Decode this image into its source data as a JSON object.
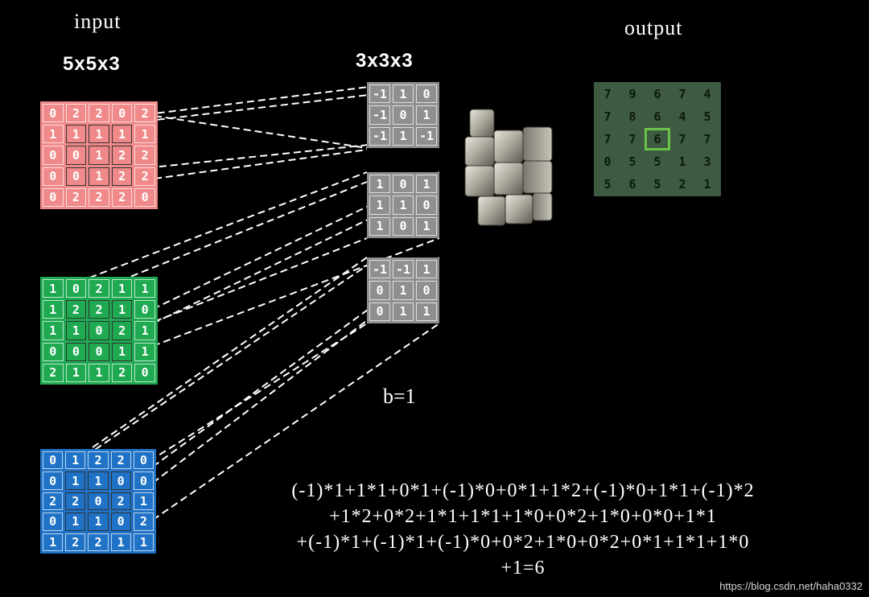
{
  "input": {
    "title": "input",
    "shape": "5x5x3",
    "channels": [
      {
        "color": "#f08a8a",
        "values": [
          [
            0,
            2,
            2,
            0,
            2
          ],
          [
            1,
            1,
            1,
            1,
            1
          ],
          [
            0,
            0,
            1,
            2,
            2
          ],
          [
            0,
            0,
            1,
            2,
            2
          ],
          [
            0,
            2,
            2,
            2,
            0
          ]
        ]
      },
      {
        "color": "#1faa52",
        "values": [
          [
            1,
            0,
            2,
            1,
            1
          ],
          [
            1,
            2,
            2,
            1,
            0
          ],
          [
            1,
            1,
            0,
            2,
            1
          ],
          [
            0,
            0,
            0,
            1,
            1
          ],
          [
            2,
            1,
            1,
            2,
            0
          ]
        ]
      },
      {
        "color": "#1f72c6",
        "values": [
          [
            0,
            1,
            2,
            2,
            0
          ],
          [
            0,
            1,
            1,
            0,
            0
          ],
          [
            2,
            2,
            0,
            2,
            1
          ],
          [
            0,
            1,
            1,
            0,
            2
          ],
          [
            1,
            2,
            2,
            1,
            1
          ]
        ]
      }
    ]
  },
  "kernel": {
    "shape": "3x3x3",
    "color": "#8f8f8f",
    "channels": [
      [
        [
          "-1",
          "1",
          "0"
        ],
        [
          "-1",
          "0",
          "1"
        ],
        [
          "-1",
          "1",
          "-1"
        ]
      ],
      [
        [
          "1",
          "0",
          "1"
        ],
        [
          "1",
          "1",
          "0"
        ],
        [
          "1",
          "0",
          "1"
        ]
      ],
      [
        [
          "-1",
          "-1",
          "1"
        ],
        [
          "0",
          "1",
          "0"
        ],
        [
          "0",
          "1",
          "1"
        ]
      ]
    ]
  },
  "bias": "b=1",
  "output": {
    "title": "output",
    "color": "#3e5a40",
    "highlight": "#6cc24a",
    "values": [
      [
        7,
        9,
        6,
        7,
        4
      ],
      [
        7,
        8,
        6,
        4,
        5
      ],
      [
        7,
        7,
        6,
        7,
        7
      ],
      [
        0,
        5,
        5,
        1,
        3
      ],
      [
        5,
        6,
        5,
        2,
        1
      ]
    ]
  },
  "formula": [
    "(-1)*1+1*1+0*1+(-1)*0+0*1+1*2+(-1)*0+1*1+(-1)*2",
    "+1*2+0*2+1*1+1*1+1*0+0*2+1*0+0*0+1*1",
    "+(-1)*1+(-1)*1+(-1)*0+0*2+1*0+0*2+0*1+1*1+1*0",
    "+1=6"
  ],
  "watermark": "https://blog.csdn.net/haha0332"
}
